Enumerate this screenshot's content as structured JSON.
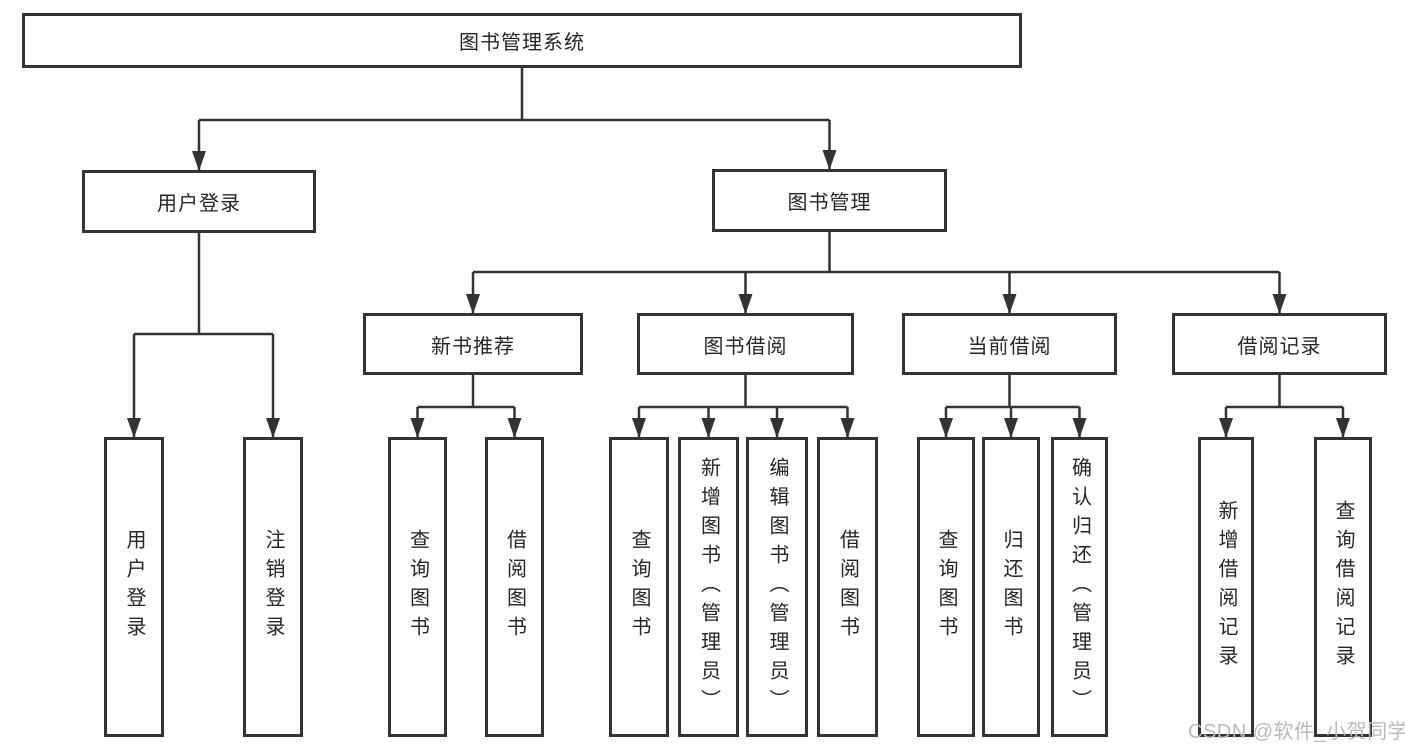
{
  "diagram": {
    "title": "图书管理系统",
    "type": "tree-diagram",
    "colors": {
      "line": "#333333",
      "box_border": "#333333",
      "text": "#262626",
      "background": "#ffffff",
      "watermark": "#b9babd"
    },
    "nodes": {
      "root": {
        "label": "图书管理系统"
      },
      "user_login": {
        "label": "用户登录"
      },
      "book_mgmt": {
        "label": "图书管理"
      },
      "new_book_rec": {
        "label": "新书推荐"
      },
      "book_borrow": {
        "label": "图书借阅"
      },
      "current_borrow": {
        "label": "当前借阅"
      },
      "borrow_records": {
        "label": "借阅记录"
      },
      "leaf_user_login": {
        "label": "用户登录"
      },
      "leaf_logout": {
        "label": "注销登录"
      },
      "leaf_query_books_rec": {
        "label": "查询图书"
      },
      "leaf_borrow_books_rec": {
        "label": "借阅图书"
      },
      "leaf_query_books_borrow": {
        "label": "查询图书"
      },
      "leaf_add_books": {
        "label": "新增图书（管理员）"
      },
      "leaf_edit_books": {
        "label": "编辑图书（管理员）"
      },
      "leaf_borrow_books": {
        "label": "借阅图书"
      },
      "leaf_query_books_current": {
        "label": "查询图书"
      },
      "leaf_return_books": {
        "label": "归还图书"
      },
      "leaf_confirm_return": {
        "label": "确认归还（管理员）"
      },
      "leaf_add_borrow_record": {
        "label": "新增借阅记录"
      },
      "leaf_query_borrow_record": {
        "label": "查询借阅记录"
      }
    },
    "structure": {
      "label": "图书管理系统",
      "children": [
        {
          "label": "用户登录",
          "children": [
            "用户登录",
            "注销登录"
          ]
        },
        {
          "label": "图书管理",
          "children": [
            {
              "label": "新书推荐",
              "children": [
                "查询图书",
                "借阅图书"
              ]
            },
            {
              "label": "图书借阅",
              "children": [
                "查询图书",
                "新增图书（管理员）",
                "编辑图书（管理员）",
                "借阅图书"
              ]
            },
            {
              "label": "当前借阅",
              "children": [
                "查询图书",
                "归还图书",
                "确认归还（管理员）"
              ]
            },
            {
              "label": "借阅记录",
              "children": [
                "新增借阅记录",
                "查询借阅记录"
              ]
            }
          ]
        }
      ]
    },
    "watermark": "CSDN @软件_小贺同学"
  }
}
